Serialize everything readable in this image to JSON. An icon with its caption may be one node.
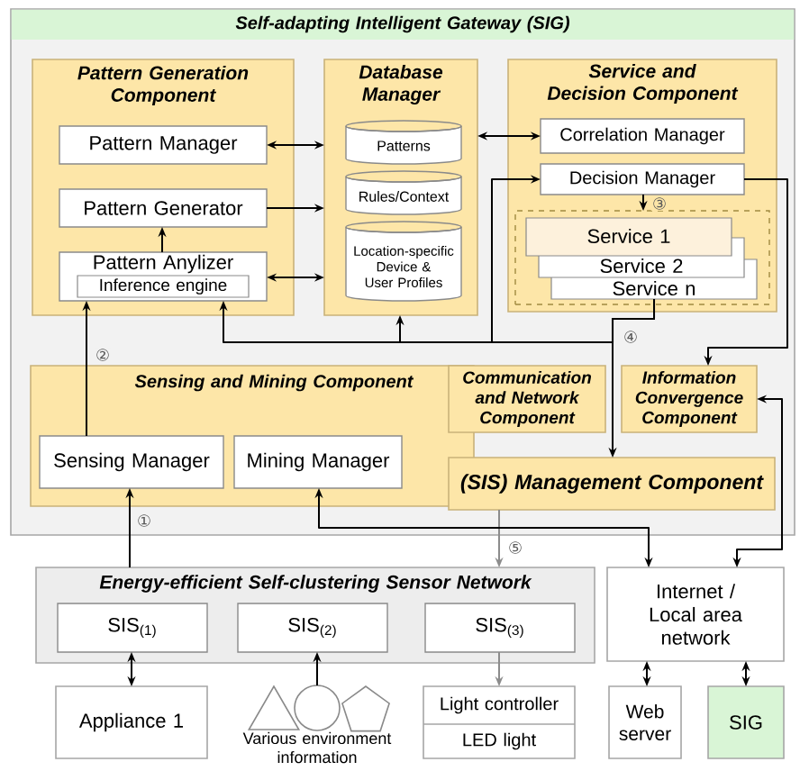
{
  "diagram": {
    "nodes": [
      {
        "text": [
          "Self-adapting Intelligent Gateway (SIG)"
        ]
      },
      {
        "text": [
          "Pattern Generation Component"
        ],
        "in": 0
      },
      {
        "text": [
          "Pattern Manager"
        ],
        "in": 1
      },
      {
        "text": [
          "Pattern Generator"
        ],
        "in": 1
      },
      {
        "text": [
          "Pattern Anylizer"
        ],
        "in": 1
      },
      {
        "text": [
          "Inference engine"
        ],
        "in": 4
      },
      {
        "text": [
          "Database Manager"
        ],
        "in": 0
      },
      {
        "text": [
          "Patterns"
        ],
        "in": 6
      },
      {
        "text": [
          "Rules/Context"
        ],
        "in": 6
      },
      {
        "text": [
          "Location-specific Device & User Profiles"
        ],
        "in": 6
      },
      {
        "text": [
          "Service and Decision Component"
        ],
        "in": 0
      },
      {
        "text": [
          "Correlation Manager"
        ],
        "in": 10
      },
      {
        "text": [
          "Decision Manager"
        ],
        "in": 10
      },
      {
        "text": [],
        "shape": "box",
        "in": 10
      },
      {
        "text": [
          "Service 1"
        ],
        "in": 13
      },
      {
        "text": [
          "Service 2"
        ],
        "in": 13
      },
      {
        "text": [
          "Service n"
        ],
        "in": 13
      },
      {
        "text": [
          "Sensing and Mining Component"
        ],
        "in": 0
      },
      {
        "text": [
          "Sensing Manager"
        ],
        "in": 17
      },
      {
        "text": [
          "Mining Manager"
        ],
        "in": 17
      },
      {
        "text": [
          "Communication and Network Component"
        ],
        "in": 0
      },
      {
        "text": [
          "Information Convergence Component"
        ],
        "in": 0
      },
      {
        "text": [
          "(SIS) Management Component"
        ],
        "in": 0
      },
      {
        "text": [
          "Energy-efficient Self-clustering Sensor Network"
        ]
      },
      {
        "text": [
          "SIS$_{(1)}$"
        ],
        "in": 23
      },
      {
        "text": [
          "SIS$_{(2)}$"
        ],
        "in": 23
      },
      {
        "text": [
          "SIS$_{(3)}$"
        ],
        "in": 23
      },
      {
        "text": [
          "Internet / Local area network"
        ]
      },
      {
        "text": [
          "Appliance 1"
        ]
      },
      {
        "text": [],
        "shape": "triangle"
      },
      {
        "text": [],
        "shape": "circle",
        "beside": [
          "Various environment information"
        ]
      },
      {
        "text": [],
        "shape": "pentagon"
      },
      {
        "text": [
          "Light controller",
          "LED light"
        ]
      },
      {
        "text": [
          "Web server"
        ]
      },
      {
        "text": [
          "SIG"
        ]
      }
    ],
    "edges": [
      {
        "from": 2,
        "to": 6,
        "arrow": "both"
      },
      {
        "from": 3,
        "to": 6,
        "arrow": "to"
      },
      {
        "from": 4,
        "to": 3,
        "arrow": "to"
      },
      {
        "from": 4,
        "to": 6,
        "arrow": "both"
      },
      {
        "from": 6,
        "to": 11,
        "arrow": "both"
      },
      {
        "from": 12,
        "to": 13,
        "arrow": "to",
        "label": "③"
      },
      {
        "from": 12,
        "to": 21,
        "arrow": "to"
      },
      {
        "from": 16,
        "to": 22,
        "arrow": "to",
        "label": "④"
      },
      {
        "from": 16,
        "to": 4,
        "arrow": "to"
      },
      {
        "from": 16,
        "to": 6,
        "arrow": "to"
      },
      {
        "from": 16,
        "to": 12,
        "arrow": "to"
      },
      {
        "from": 18,
        "to": 4,
        "arrow": "to",
        "label": "②"
      },
      {
        "from": 23,
        "to": 18,
        "arrow": "to",
        "label": "①"
      },
      {
        "from": 22,
        "to": 23,
        "arrow": "to",
        "label": "⑤",
        "color": "#8c8c8c"
      },
      {
        "from": 19,
        "to": 27,
        "arrow": "both"
      },
      {
        "from": 21,
        "to": 27,
        "arrow": "both"
      },
      {
        "from": 24,
        "to": 28,
        "arrow": "both"
      },
      {
        "from": 30,
        "to": 25,
        "arrow": "to"
      },
      {
        "from": 26,
        "to": 32,
        "arrow": "to",
        "color": "#8c8c8c"
      },
      {
        "from": 27,
        "to": 33,
        "arrow": "both"
      },
      {
        "from": 27,
        "to": 34,
        "arrow": "both"
      }
    ]
  }
}
